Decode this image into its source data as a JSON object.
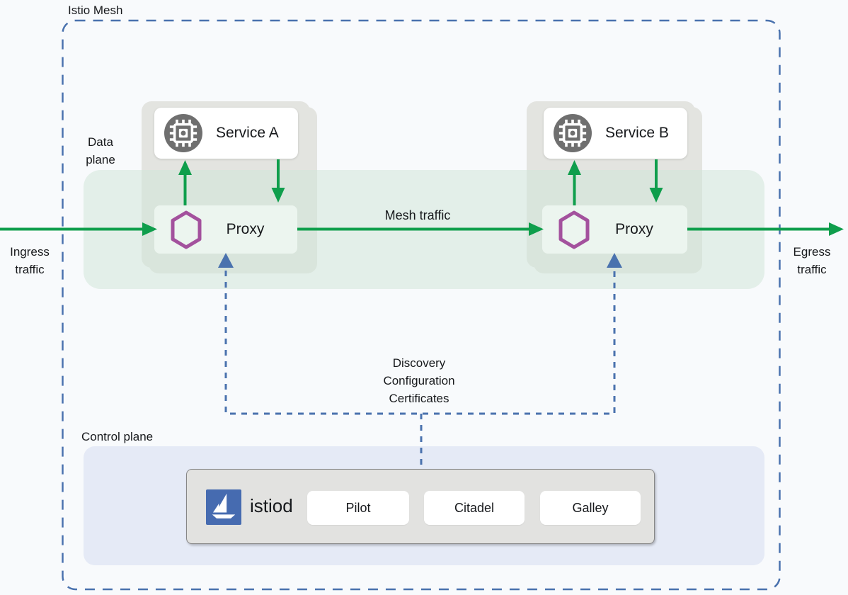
{
  "mesh": {
    "title": "Istio Mesh"
  },
  "data_plane": {
    "label": {
      "line1": "Data",
      "line2": "plane"
    },
    "pods": [
      {
        "service_label": "Service A",
        "proxy_label": "Proxy"
      },
      {
        "service_label": "Service B",
        "proxy_label": "Proxy"
      }
    ]
  },
  "traffic": {
    "ingress": {
      "line1": "Ingress",
      "line2": "traffic"
    },
    "egress": {
      "line1": "Egress",
      "line2": "traffic"
    },
    "mesh_label": "Mesh traffic"
  },
  "control_channel": {
    "lines": [
      "Discovery",
      "Configuration",
      "Certificates"
    ]
  },
  "control_plane": {
    "label": "Control plane",
    "istiod": {
      "name": "istiod",
      "components": [
        "Pilot",
        "Citadel",
        "Galley"
      ]
    }
  },
  "icons": {
    "service": "microchip-icon",
    "proxy": "envoy-hexagon-icon",
    "istiod": "istio-sailboat-logo"
  },
  "colors": {
    "background": "#f8fafc",
    "mesh_border": "#4a72ae",
    "green": "#0f9e4c",
    "blue": "#4a72ae",
    "pod_gray": "#e3e4e0",
    "proxy_bg": "#ecf5ef",
    "band": "rgba(209,229,217,0.55)",
    "panel_blue": "#e5eaf6",
    "istiod_bg": "#e2e2e0",
    "logo_blue": "#466bb0",
    "icon_gray": "#6f6f6f",
    "purple": "#a3519d"
  }
}
